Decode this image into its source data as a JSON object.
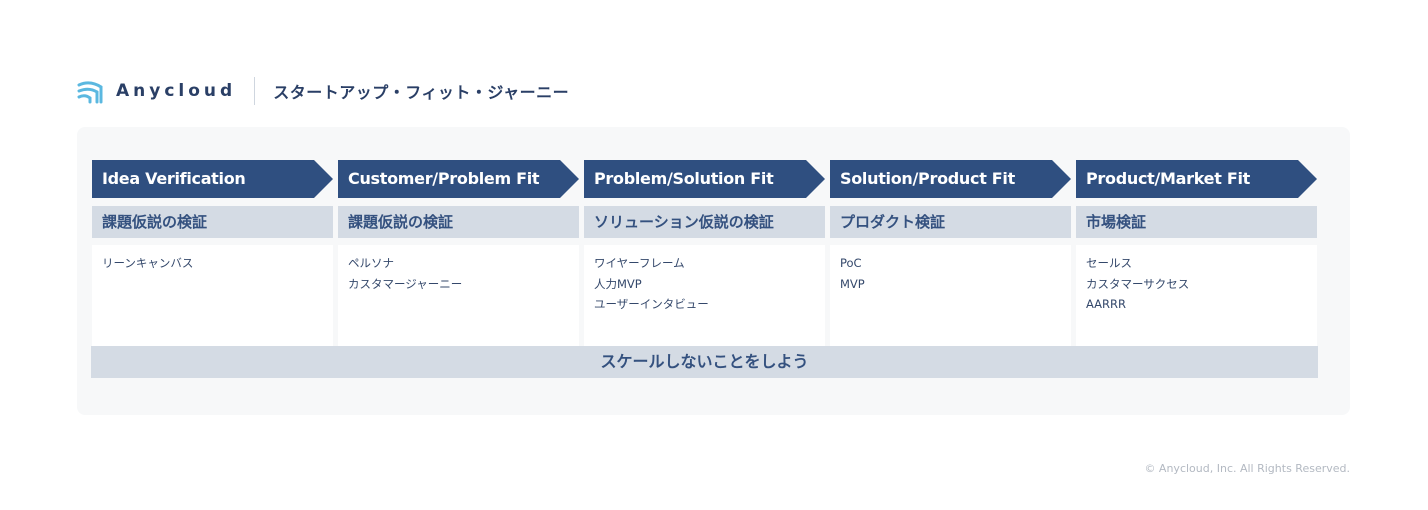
{
  "header": {
    "brand": "Anycloud",
    "title": "スタートアップ・フィット・ジャーニー"
  },
  "colors": {
    "chevron": "#2f4f80",
    "subheader_bg": "#d4dbe4",
    "panel_bg": "#f7f8f9",
    "logo": "#5bb8e0"
  },
  "icons": {
    "logo": "anycloud-logo-icon"
  },
  "stages": [
    {
      "title": "Idea Verification",
      "subtitle": "課題仮説の検証",
      "items": [
        "リーンキャンバス"
      ]
    },
    {
      "title": "Customer/Problem Fit",
      "subtitle": "課題仮説の検証",
      "items": [
        "ペルソナ",
        "カスタマージャーニー"
      ]
    },
    {
      "title": "Problem/Solution Fit",
      "subtitle": "ソリューション仮説の検証",
      "items": [
        "ワイヤーフレーム",
        "人力MVP",
        "ユーザーインタビュー"
      ]
    },
    {
      "title": "Solution/Product Fit",
      "subtitle": "プロダクト検証",
      "items": [
        "PoC",
        "MVP"
      ]
    },
    {
      "title": "Product/Market Fit",
      "subtitle": "市場検証",
      "items": [
        "セールス",
        "カスタマーサクセス",
        "AARRR"
      ]
    }
  ],
  "motto": "スケールしないことをしよう",
  "footer": {
    "copyright": "© Anycloud, Inc. All Rights Reserved."
  }
}
